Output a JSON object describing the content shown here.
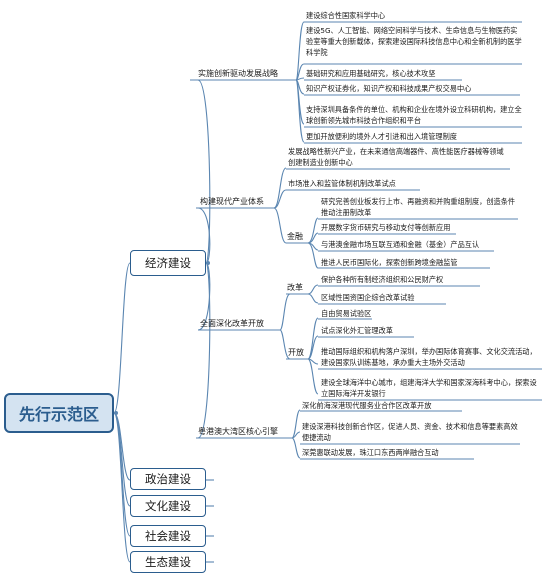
{
  "root": "先行示范区",
  "level1": [
    {
      "label": "经济建设"
    },
    {
      "label": "政治建设"
    },
    {
      "label": "文化建设"
    },
    {
      "label": "社会建设"
    },
    {
      "label": "生态建设"
    }
  ],
  "economy": {
    "innovation": {
      "label": "实施创新驱动发展战略",
      "items": [
        "建设综合性国家科学中心",
        "建设5G、人工智能、网络空间科学与技术、生命信息与生物医药实验室等重大创新载体，探索建设国际科技信息中心和全新机制的医学科学院",
        "基础研究和应用基础研究，核心技术攻坚",
        "知识产权证券化，知识产权和科技成果产权交易中心",
        "支持深圳具备条件的单位、机构和企业在境外设立科研机构，建立全球创新领先城市科技合作组织和平台",
        "更加开放便利的境外人才引进和出入境管理制度"
      ]
    },
    "industry": {
      "label": "构建现代产业体系",
      "items": [
        "发展战略性新兴产业，在未来通信高端器件、高性能医疗器械等领域创建制造业创新中心",
        "市场准入和监管体制机制改革试点"
      ],
      "finance": {
        "label": "金融",
        "items": [
          "研究完善创业板发行上市、再融资和并购重组制度，创造条件推动注册制改革",
          "开展数字货币研究与移动支付等创新应用",
          "与港澳金融市场互联互通和金融（基金）产品互认",
          "推进人民币国际化，探索创新跨境金融监管"
        ]
      }
    },
    "reform": {
      "label": "全面深化改革开放",
      "reform_group": {
        "label": "改革",
        "items": [
          "保护各种所有制经济组织和公民财产权",
          "区域性国资国企综合改革试验"
        ]
      },
      "opening_group": {
        "label": "开放",
        "items": [
          "自由贸易试验区",
          "试点深化外汇管理改革",
          "推动国际组织和机构落户深圳，举办国际体育赛事、文化交流活动，建设国家队训练基地，承办重大主场外交活动",
          "建设全球海洋中心城市，组建海洋大学和国家深海科考中心，探索设立国际海洋开发银行"
        ]
      }
    },
    "gba": {
      "label": "粤港澳大湾区核心引擎",
      "items": [
        "深化前海深港现代服务业合作区改革开放",
        "建设深港科技创新合作区，促进人员、资金、技术和信息等要素高效便捷流动",
        "深莞惠联动发展，珠江口东西两岸融合互动"
      ]
    }
  },
  "colors": {
    "line": "#5b86b1",
    "border": "#2b5d8e",
    "root_fill": "#d4e3f1"
  }
}
